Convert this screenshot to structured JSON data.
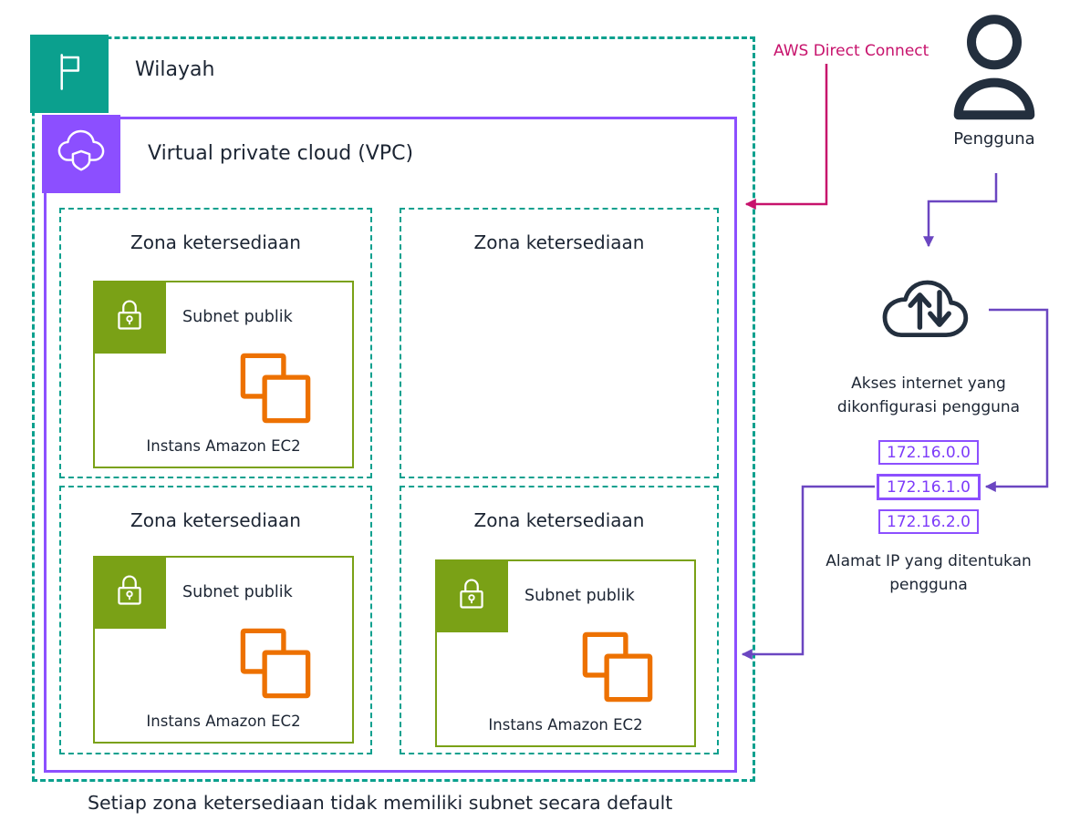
{
  "colors": {
    "region_teal": "#0BA08E",
    "vpc_purple": "#8C4FFF",
    "subnet_green": "#7AA116",
    "ec2_orange": "#ED7100",
    "direct_connect_pink": "#C7126C",
    "arrow_purple": "#6B46C1",
    "icon_navy": "#232F3E",
    "ip_text_purple": "#7D3BFA"
  },
  "region": {
    "label": "Wilayah"
  },
  "vpc": {
    "label": "Virtual private cloud (VPC)"
  },
  "zones": [
    {
      "label": "Zona ketersediaan",
      "subnet": {
        "label": "Subnet publik",
        "instance_label": "Instans Amazon EC2"
      }
    },
    {
      "label": "Zona ketersediaan"
    },
    {
      "label": "Zona ketersediaan",
      "subnet": {
        "label": "Subnet publik",
        "instance_label": "Instans Amazon EC2"
      }
    },
    {
      "label": "Zona ketersediaan",
      "subnet": {
        "label": "Subnet publik",
        "instance_label": "Instans Amazon EC2"
      }
    }
  ],
  "right_panel": {
    "user_label": "Pengguna",
    "direct_connect_label": "AWS Direct Connect",
    "internet_access_label": "Akses internet yang dikonfigurasi pengguna",
    "ip_addresses": [
      "172.16.0.0",
      "172.16.1.0",
      "172.16.2.0"
    ],
    "ip_caption": "Alamat IP yang ditentukan pengguna"
  },
  "footer": {
    "caption": "Setiap zona ketersediaan tidak memiliki subnet secara default"
  }
}
